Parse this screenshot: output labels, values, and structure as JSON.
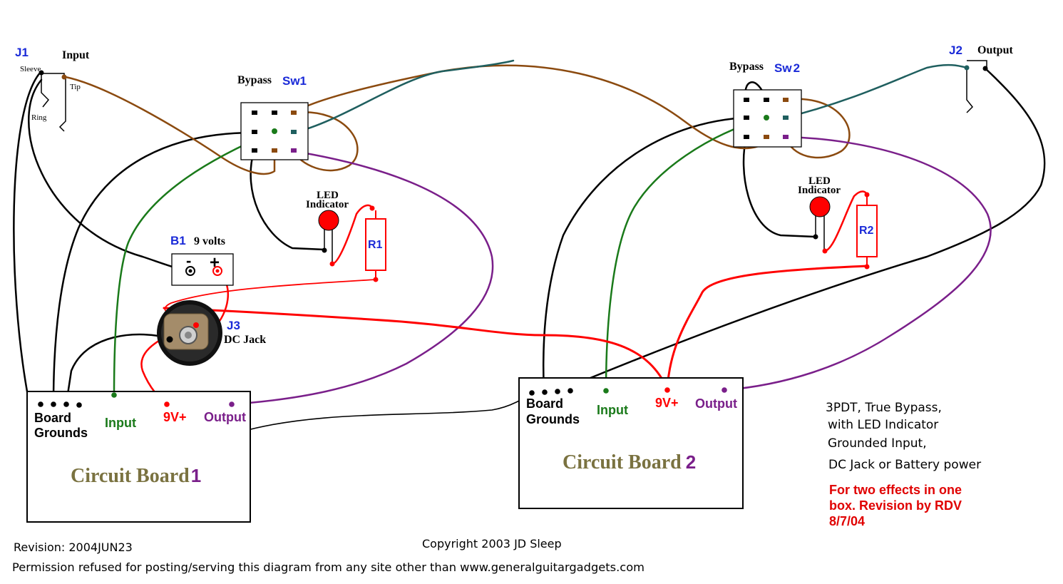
{
  "colors": {
    "black": "#000000",
    "brown": "#8b4a0f",
    "teal": "#1f5f5f",
    "green": "#1a7a1a",
    "purple": "#7a1f8a",
    "red": "#ff0000",
    "blue": "#1a2ad8",
    "olive": "#7a7240",
    "dark_red": "#e00000"
  },
  "j1": {
    "ref": "J1",
    "title": "Input",
    "sleeve": "Sleeve",
    "tip": "Tip",
    "ring": "Ring"
  },
  "j2": {
    "ref": "J2",
    "title": "Output"
  },
  "sw1": {
    "title": "Bypass",
    "ref": "Sw1"
  },
  "sw2": {
    "title": "Bypass",
    "ref": "Sw",
    "ref_num": "2"
  },
  "led1": {
    "line1": "LED",
    "line2": "Indicator"
  },
  "led2": {
    "line1": "LED",
    "line2": "Indicator"
  },
  "r1": {
    "ref": "R1"
  },
  "r2": {
    "ref": "R2"
  },
  "b1": {
    "ref": "B1",
    "label": "9 volts",
    "minus": "-",
    "plus": "+"
  },
  "j3": {
    "ref": "J3",
    "label": "DC Jack"
  },
  "board1": {
    "grounds_line1": "Board",
    "grounds_line2": "Grounds",
    "input": "Input",
    "v9": "9V+",
    "output": "Output",
    "title": "Circuit Board",
    "num": "1"
  },
  "board2": {
    "grounds_line1": "Board",
    "grounds_line2": "Grounds",
    "input": "Input",
    "v9": "9V+",
    "output": "Output",
    "title": "Circuit Board",
    "num": "2"
  },
  "notes": {
    "line1": "3PDT, True Bypass,",
    "line2": "with LED Indicator",
    "line3": "Grounded Input,",
    "line4": "DC Jack or Battery power",
    "red1": "For two effects in one",
    "red2": "box. Revision by RDV",
    "red3": "8/7/04"
  },
  "footer": {
    "revision": "Revision:  2004JUN23",
    "copyright": "Copyright 2003   JD Sleep",
    "permission": "Permission refused for posting/serving this diagram from any site other than www.generalguitargadgets.com"
  }
}
